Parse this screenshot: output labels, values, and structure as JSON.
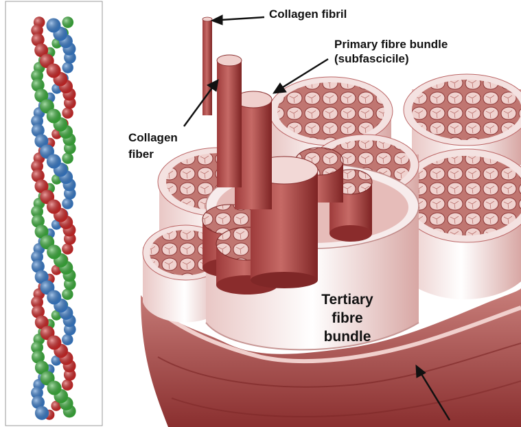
{
  "labels": {
    "collagen_fibril": "Collagen fibril",
    "primary_bundle_line1": "Primary fibre bundle",
    "primary_bundle_line2": "(subfascicile)",
    "collagen_fiber_line1": "Collagen",
    "collagen_fiber_line2": "fiber",
    "tertiary_line1": "Tertiary",
    "tertiary_line2": "fibre",
    "tertiary_line3": "bundle"
  },
  "colors": {
    "helix_blue": "#3a7fd0",
    "helix_red": "#d42828",
    "helix_green": "#3cb33c",
    "tissue_dark": "#8a2a2a",
    "tissue_mid": "#b55353",
    "tissue_light": "#e8c2c0",
    "tissue_pale": "#f7ecec"
  },
  "icons": [
    "collagen-triple-helix",
    "tendon-cross-section"
  ]
}
